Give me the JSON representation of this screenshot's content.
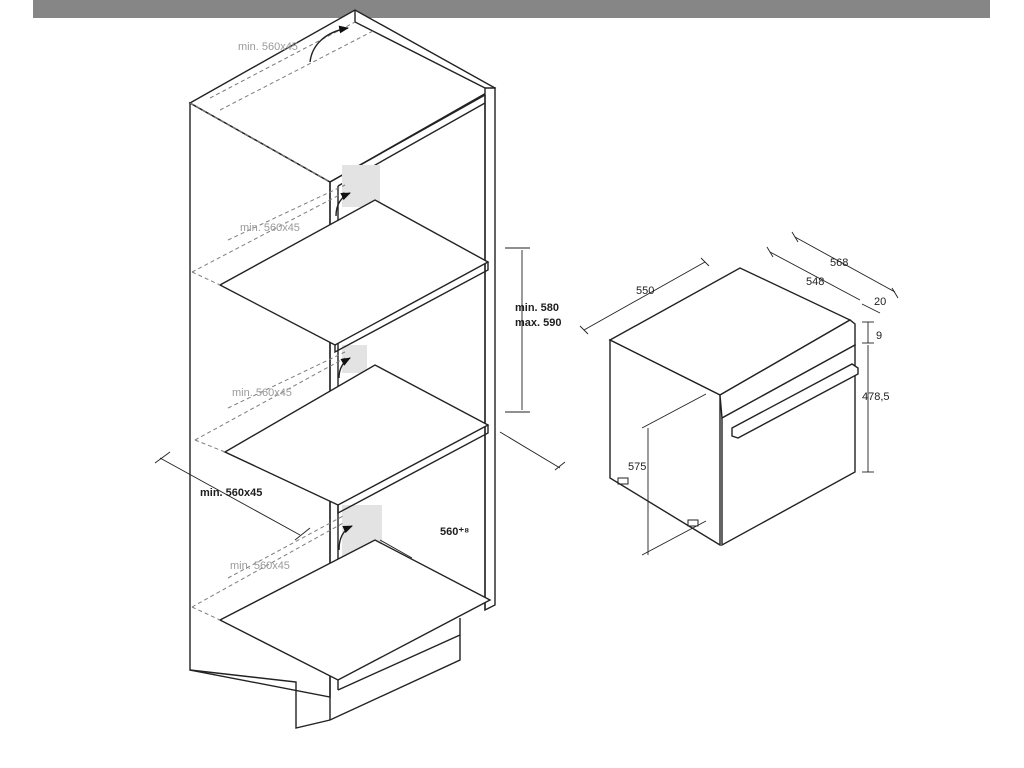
{
  "colors": {
    "top_band": "#868686",
    "line": "#222222",
    "label_dark": "#1e1e1e",
    "label_grey": "#9a9a9a",
    "vent_shade": "#e3e3e3"
  },
  "icons": {
    "airflow": "curved-arrow-icon"
  },
  "cabinet": {
    "vent_top": "min. 560x45",
    "vent_upper": "min. 560x45",
    "vent_middle": "min. 560x45",
    "vent_bottom": "min. 560x45",
    "depth_opening": "min. 560x45",
    "width_niche": "560⁺⁸",
    "height_niche_min": "min. 580",
    "height_niche_max": "max. 590"
  },
  "oven": {
    "body_width": "550",
    "total_depth": "568",
    "body_depth": "548",
    "front_thickness": "20",
    "top_offset": "9",
    "front_height": "478,5",
    "body_height": "575"
  }
}
